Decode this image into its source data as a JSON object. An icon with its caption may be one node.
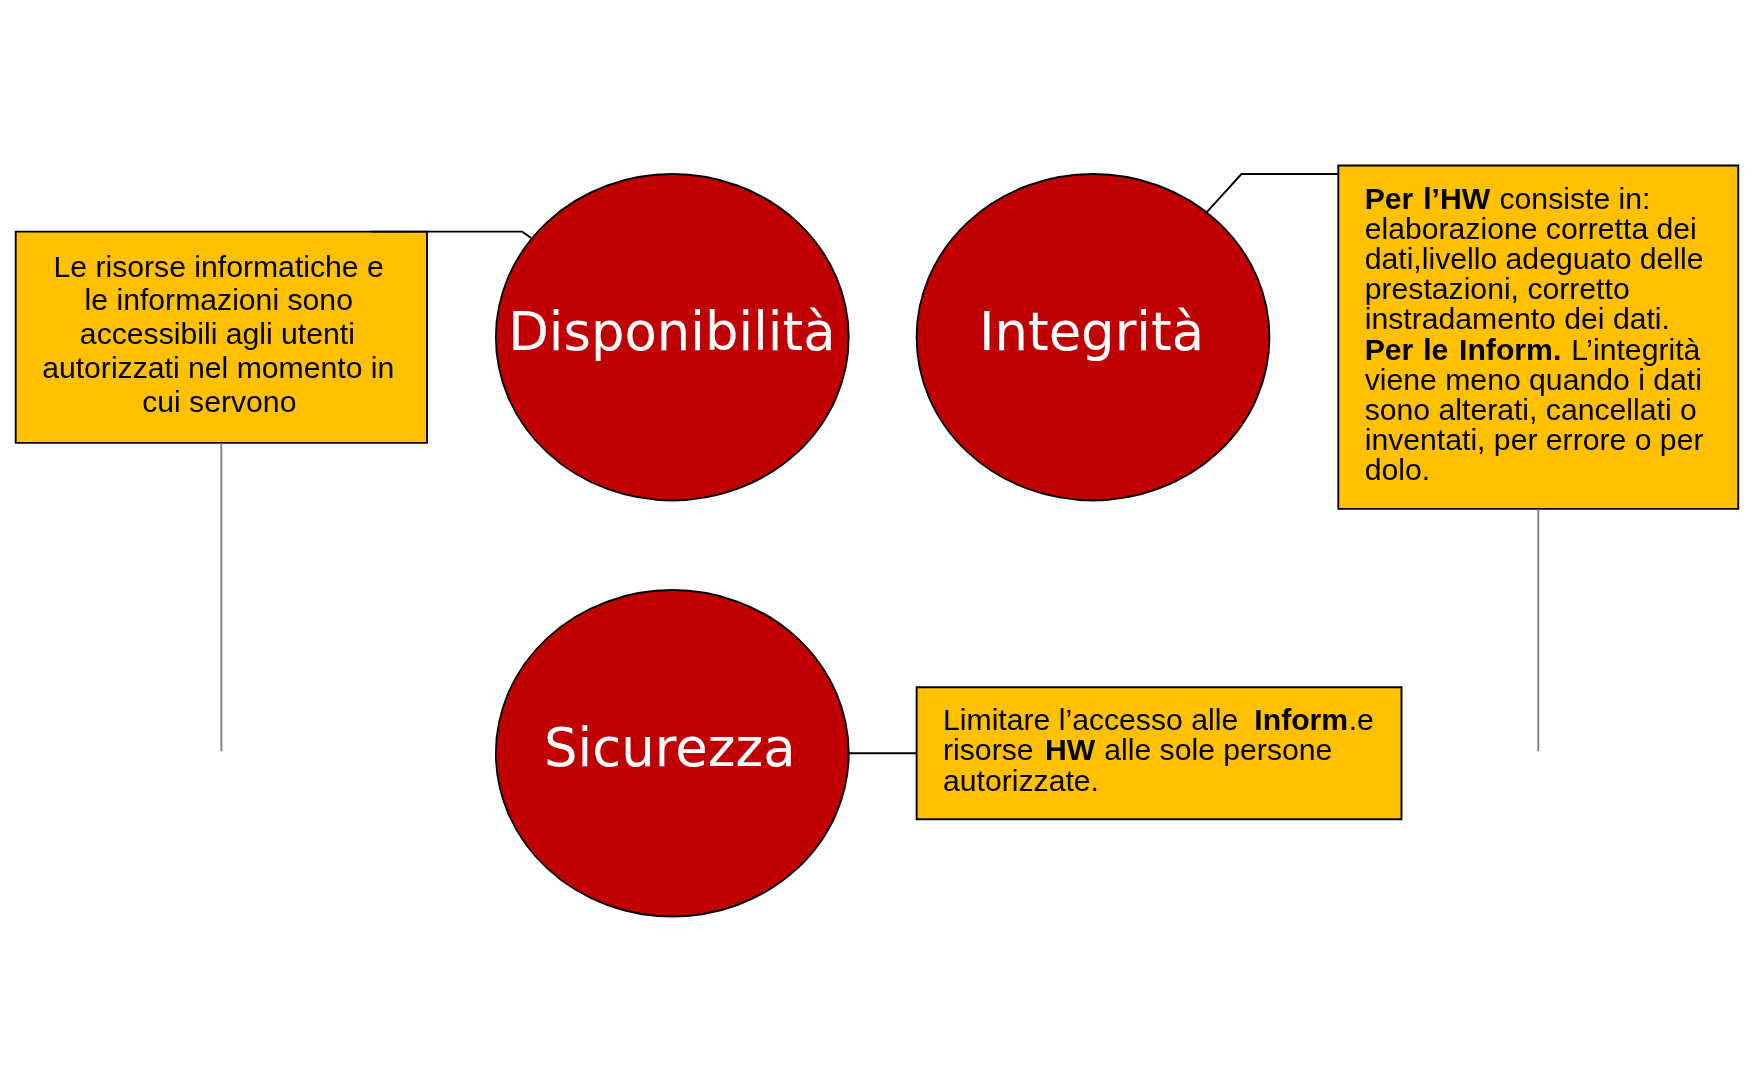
{
  "diagram": {
    "nodes": [
      {
        "text": [
          "Le risorse informatiche e le informazioni sono accessibili agli utenti autorizzati nel momento in cui servono"
        ]
      },
      {
        "text": [
          "**Per l’HW** consiste in: elaborazione corretta dei dati,livello adeguato delle prestazioni, corretto instradamento dei dati.",
          "**Per le Inform.** L’integrità viene meno quando i dati sono alterati, cancellati o inventati, per errore o per dolo."
        ]
      },
      {
        "text": [
          "Disponibilità"
        ]
      },
      {
        "text": [
          "Integrità"
        ]
      },
      {
        "text": [
          "Sicurezza"
        ]
      },
      {
        "text": [
          "Limitare l’accesso alle **Inform**.e risorse **HW** alle sole persone autorizzate."
        ]
      }
    ],
    "edges": [
      {
        "from": 0,
        "to": 2,
        "arrow": "none"
      },
      {
        "from": 3,
        "to": 1,
        "arrow": "none"
      },
      {
        "from": 4,
        "to": 5,
        "arrow": "none"
      },
      {
        "from": 0,
        "to": null,
        "arrow": "none",
        "color": "#808080"
      },
      {
        "from": 1,
        "to": null,
        "arrow": "none",
        "color": "#808080"
      }
    ]
  }
}
